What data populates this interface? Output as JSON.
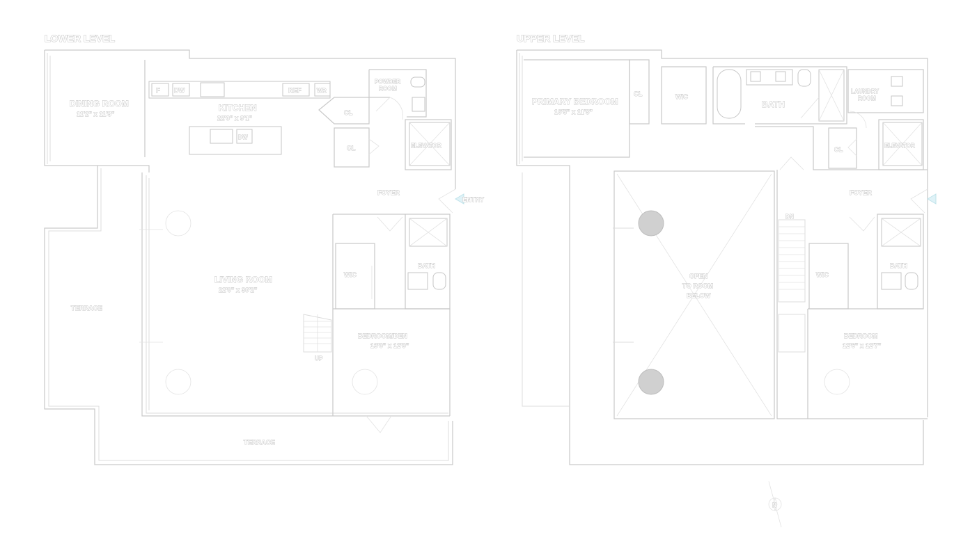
{
  "lower_level": {
    "title": "LOWER LEVEL",
    "dining_room": {
      "name": "DINING ROOM",
      "size": "11'2\" x 11'3\""
    },
    "kitchen": {
      "name": "KITCHEN",
      "size": "22'0\" x 9'1\""
    },
    "kitchen_labels": {
      "fridge": "F",
      "oven": "DW",
      "refrigerator2": "REF",
      "wine": "WR",
      "dw": "DW"
    },
    "powder_room": {
      "name": "POWDER",
      "name2": "ROOM"
    },
    "closet1": "CL",
    "closet2": "CL",
    "elevator": "ELEVATOR",
    "foyer": "FOYER",
    "entry": "ENTRY",
    "living_room": {
      "name": "LIVING ROOM",
      "size": "22'0\" x 30'2\""
    },
    "wic": "WIC",
    "bath": "BATH",
    "bedroom": {
      "name": "BEDROOM/DEN",
      "size": "13'0\" x 12'9\""
    },
    "stairs": "UP",
    "terrace_left": "TERRACE",
    "terrace_bottom": "TERRACE"
  },
  "upper_level": {
    "title": "UPPER LEVEL",
    "primary_bedroom": {
      "name": "PRIMARY BEDROOM",
      "size": "16'5\" x 11'3\""
    },
    "closet_a": "CL",
    "wic_a": "WIC",
    "bath_primary": "BATH",
    "laundry": {
      "name": "LAUNDRY",
      "name2": "ROOM"
    },
    "closet_b": "CL",
    "elevator": "ELEVATOR",
    "foyer": "FOYER",
    "open_below": {
      "line1": "OPEN",
      "line2": "TO ROOM",
      "line3": "BELOW"
    },
    "stairs": "DN",
    "wic_b": "WIC",
    "bath": "BATH",
    "bedroom": {
      "name": "BEDROOM",
      "size": "12'6\" x 12'7\""
    }
  },
  "compass": "N"
}
